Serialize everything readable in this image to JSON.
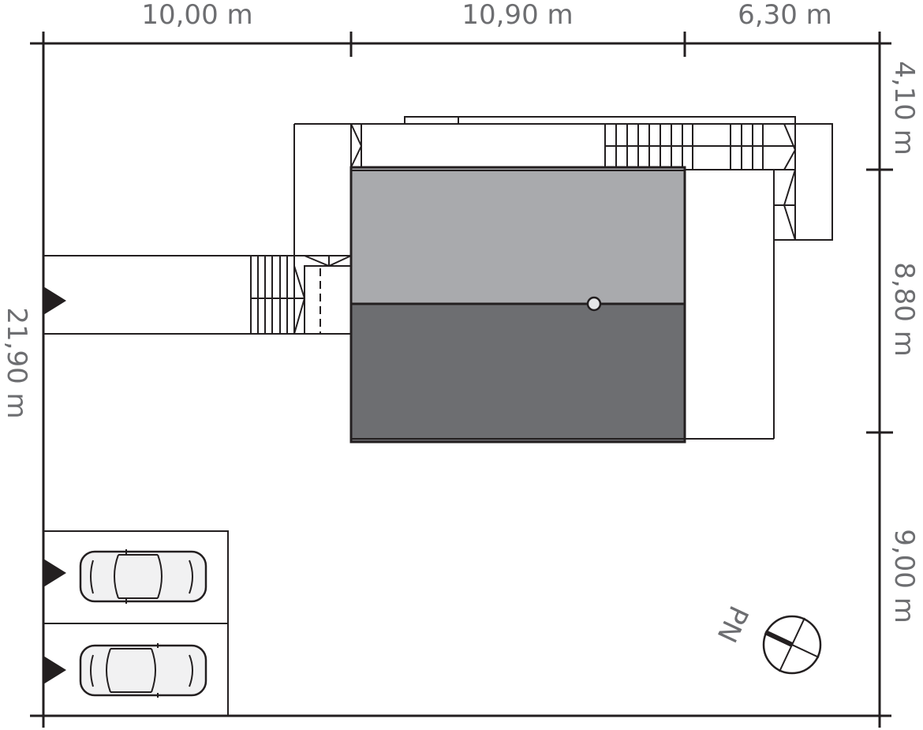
{
  "dimensions": {
    "top": [
      "10,00 m",
      "10,90 m",
      "6,30 m"
    ],
    "right": [
      "4,10 m",
      "8,80 m",
      "9,00 m"
    ],
    "left": "21,90 m"
  },
  "compass": {
    "label": "PN"
  },
  "colors": {
    "roof_light": "#a9aaad",
    "roof_dark": "#6d6e71",
    "line": "#231f20",
    "text": "#6d6e71"
  }
}
